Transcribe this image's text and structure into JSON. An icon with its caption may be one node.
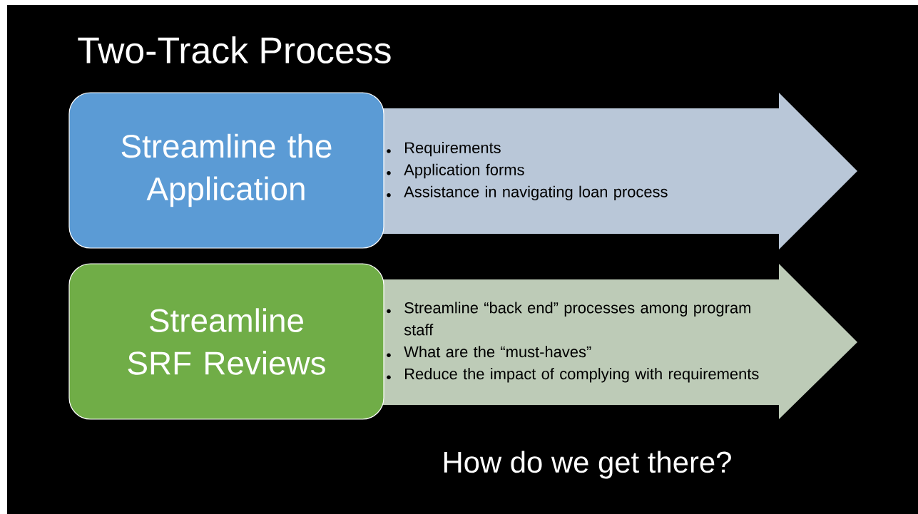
{
  "diagram": {
    "title": "Two-Track Process",
    "nodes": [
      {
        "text": [
          "Streamline the Application"
        ]
      },
      {
        "text": [
          "Requirements",
          "Application forms",
          "Assistance in navigating loan process"
        ]
      },
      {
        "text": [
          "Streamline SRF Reviews"
        ]
      },
      {
        "text": [
          "Streamline “back end” processes among program staff",
          "What are the “must-haves”",
          "Reduce the impact of complying with requirements"
        ]
      }
    ],
    "labels": [
      "How do we get there?"
    ]
  }
}
